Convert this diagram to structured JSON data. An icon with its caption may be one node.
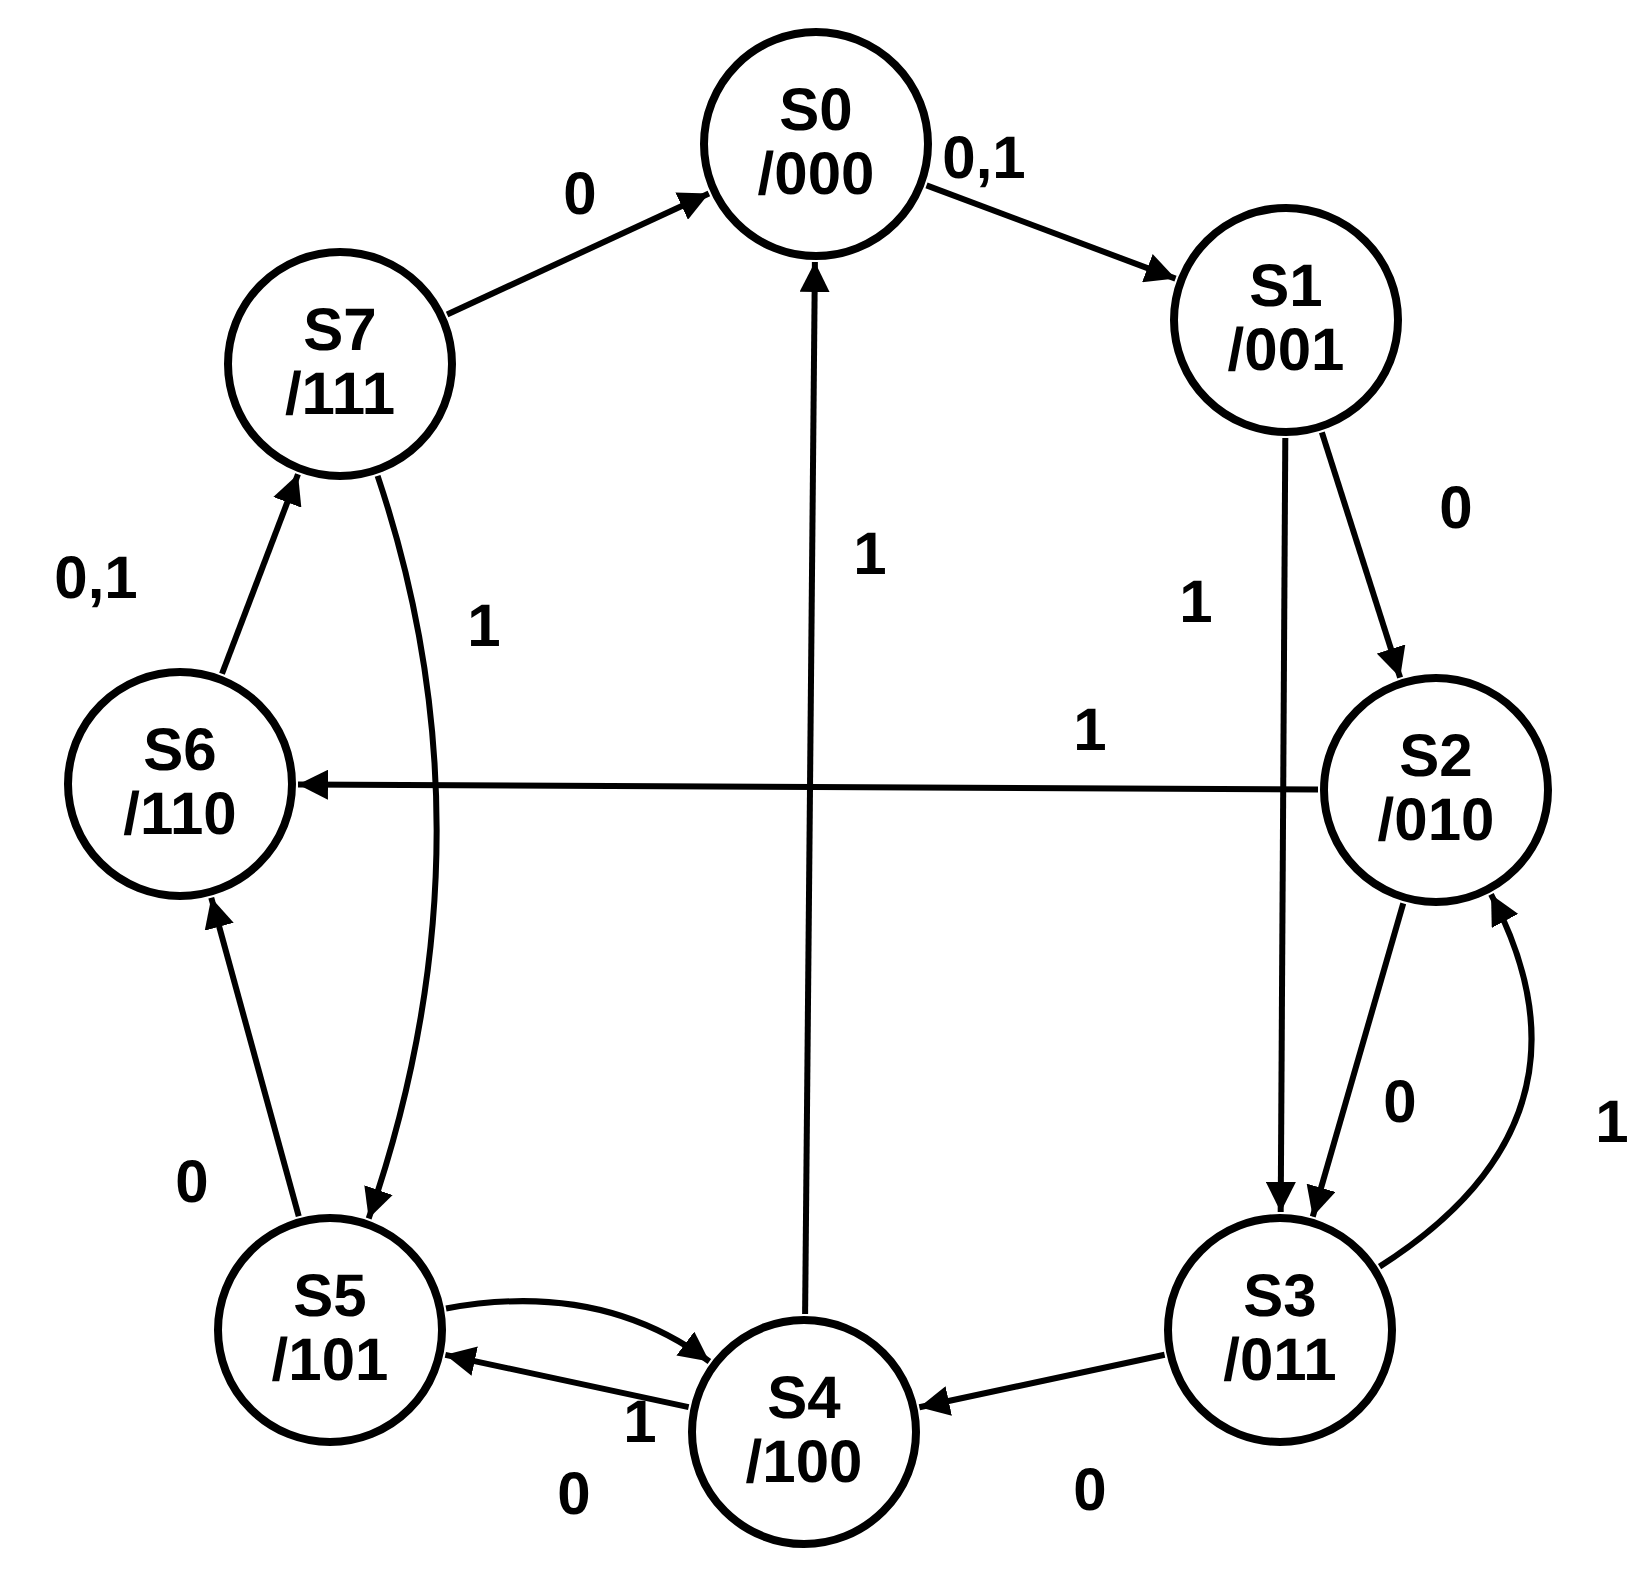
{
  "diagram": {
    "nodes": [
      {
        "text": [
          "S0",
          "/000"
        ]
      },
      {
        "text": [
          "S1",
          "/001"
        ]
      },
      {
        "text": [
          "S2",
          "/010"
        ]
      },
      {
        "text": [
          "S3",
          "/011"
        ]
      },
      {
        "text": [
          "S4",
          "/100"
        ]
      },
      {
        "text": [
          "S5",
          "/101"
        ]
      },
      {
        "text": [
          "S6",
          "/110"
        ]
      },
      {
        "text": [
          "S7",
          "/111"
        ]
      }
    ],
    "edges": [
      {
        "from": 7,
        "to": 0,
        "arrow": "to",
        "label": "0"
      },
      {
        "from": 0,
        "to": 1,
        "arrow": "to",
        "label": "0,1"
      },
      {
        "from": 1,
        "to": 2,
        "arrow": "to",
        "label": "0"
      },
      {
        "from": 1,
        "to": 3,
        "arrow": "to",
        "label": "1"
      },
      {
        "from": 2,
        "to": 6,
        "arrow": "to",
        "label": "1"
      },
      {
        "from": 2,
        "to": 3,
        "arrow": "to",
        "label": "0"
      },
      {
        "from": 3,
        "to": 2,
        "arrow": "to",
        "label": "1"
      },
      {
        "from": 3,
        "to": 4,
        "arrow": "to",
        "label": "0"
      },
      {
        "from": 4,
        "to": 0,
        "arrow": "to",
        "label": "1"
      },
      {
        "from": 4,
        "to": 5,
        "arrow": "to",
        "label": "0"
      },
      {
        "from": 5,
        "to": 4,
        "arrow": "to",
        "label": "1"
      },
      {
        "from": 5,
        "to": 6,
        "arrow": "to",
        "label": "0"
      },
      {
        "from": 6,
        "to": 7,
        "arrow": "to",
        "label": "0,1"
      },
      {
        "from": 7,
        "to": 5,
        "arrow": "to",
        "label": "1"
      }
    ]
  }
}
